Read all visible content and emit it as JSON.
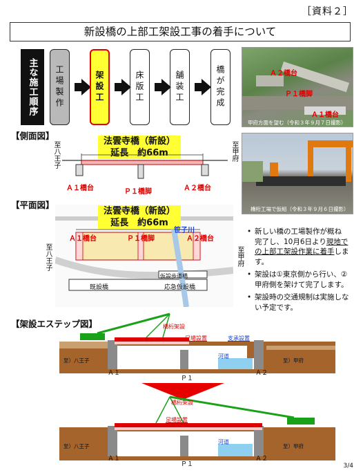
{
  "ref_label": "［資料２］",
  "title": "新設橋の上部工架設工事の着手について",
  "process": {
    "label": "主な施工順序",
    "steps": [
      "工場製作",
      "架設工",
      "床版工",
      "舗装工",
      "橋が完成"
    ]
  },
  "side_view": {
    "heading": "【側面図】",
    "bridge_name": "法雲寺橋（新設）",
    "length": "延長　約66m",
    "left_dir": "至八王子",
    "right_dir": "至甲府",
    "labels": [
      "Ａ１橋台",
      "Ｐ１橋脚",
      "Ａ２橋台"
    ]
  },
  "plan_view": {
    "heading": "【平面図】",
    "bridge_name": "法雲寺橋（新設）",
    "length": "延長　約66m",
    "left_dir": "至八王子",
    "right_dir": "至甲府",
    "labels": [
      "Ａ１橋台",
      "Ｐ１橋脚",
      "Ａ２橋台"
    ],
    "river": "笹子川",
    "temp_walkway": "仮設歩道橋",
    "existing": "既設橋",
    "emergency": "応急仮設橋"
  },
  "photo1": {
    "labels": [
      "Ａ２橋台",
      "Ｐ１橋脚",
      "Ａ１橋台"
    ],
    "caption": "甲府方面を望む（令和３年９月７日撮影）"
  },
  "photo2": {
    "caption": "橋桁工場で仮組（令和３年９月６日撮影）"
  },
  "notes": [
    {
      "pre": "新しい橋の工場製作が概ね　完了し、10月6日より",
      "u": "現地での上部工架設作業に着手",
      "post": "します。"
    },
    {
      "pre": "架設は①東京側から行い、②甲府側を架けて完了します。",
      "u": "",
      "post": ""
    },
    {
      "pre": "架設時の交通規制は実施しない予定です。",
      "u": "",
      "post": ""
    }
  ],
  "steps_fig": {
    "heading": "【架設エステップ図】",
    "stage1": {
      "girder": "橋桁架設",
      "scaffold": "足場設置",
      "support": "支承設置",
      "river": "河道",
      "left": "至）八王子",
      "right": "至）甲府",
      "piers": [
        "Ａ１",
        "Ｐ１",
        "Ａ２"
      ]
    },
    "stage2": {
      "girder": "橋桁架設",
      "scaffold": "足場設置",
      "river": "河道",
      "left": "至）八王子",
      "right": "至）甲府",
      "piers": [
        "Ａ１",
        "Ｐ１",
        "Ａ２"
      ]
    }
  },
  "page_number": "3/4"
}
